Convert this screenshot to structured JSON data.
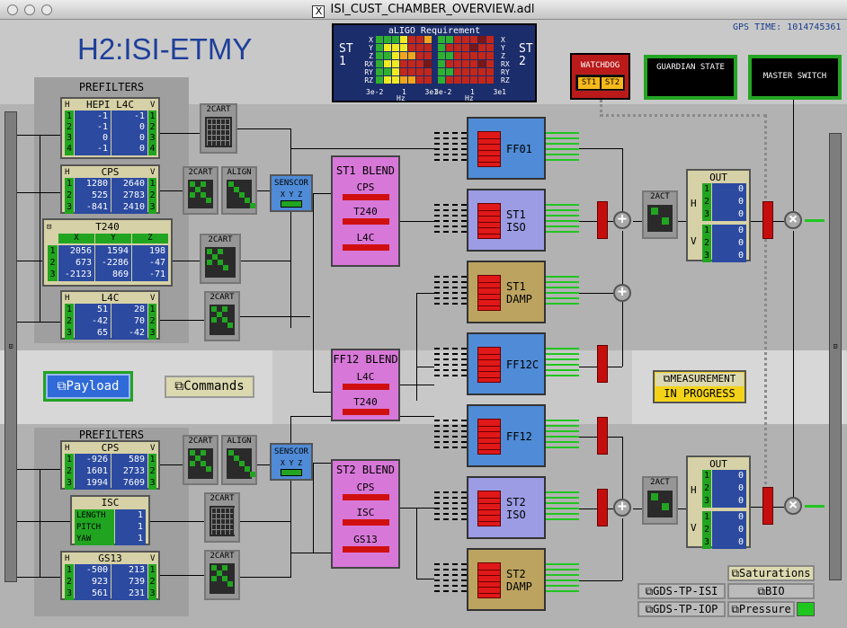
{
  "window": {
    "title": "ISI_CUST_CHAMBER_OVERVIEW.adl"
  },
  "header": {
    "title": "H2:ISI-ETMY",
    "gps": "GPS TIME: 1014745361"
  },
  "requirement": {
    "title": "aLIGO Requirement",
    "st1_label": "ST 1",
    "st2_label": "ST 2",
    "axes": [
      "X",
      "Y",
      "Z",
      "RX",
      "RY",
      "RZ"
    ],
    "ticks": [
      "3e-2",
      "1",
      "3e1"
    ],
    "hz": "Hz"
  },
  "watchdog": {
    "title": "WATCHDOG",
    "st1": "ST1",
    "st2": "ST2"
  },
  "guardian": {
    "title": "GUARDIAN STATE"
  },
  "master": {
    "title": "MASTER SWITCH"
  },
  "prefilters_top": {
    "title": "PREFILTERS",
    "hepi": {
      "title": "HEPI L4C",
      "h": "H",
      "v": "V",
      "rows": [
        {
          "n": "1",
          "h": "-1",
          "v": "-1",
          "vn": "1"
        },
        {
          "n": "2",
          "h": "-1",
          "v": "0",
          "vn": "2"
        },
        {
          "n": "3",
          "h": "0",
          "v": "0",
          "vn": "3"
        },
        {
          "n": "4",
          "h": "-1",
          "v": "0",
          "vn": "4"
        }
      ]
    },
    "cps": {
      "title": "CPS",
      "h": "H",
      "v": "V",
      "rows": [
        {
          "n": "1",
          "h": "1280",
          "v": "2640",
          "vn": "1"
        },
        {
          "n": "2",
          "h": "525",
          "v": "2783",
          "vn": "2"
        },
        {
          "n": "3",
          "h": "-841",
          "v": "2410",
          "vn": "3"
        }
      ]
    },
    "t240": {
      "title": "T240",
      "cols": [
        "X",
        "Y",
        "Z"
      ],
      "rows": [
        {
          "n": "1",
          "x": "2056",
          "y": "1594",
          "z": "198"
        },
        {
          "n": "2",
          "x": "673",
          "y": "-2286",
          "z": "-47"
        },
        {
          "n": "3",
          "x": "-2123",
          "y": "869",
          "z": "-71"
        }
      ]
    },
    "l4c": {
      "title": "L4C",
      "h": "H",
      "v": "V",
      "rows": [
        {
          "n": "1",
          "h": "51",
          "v": "28",
          "vn": "1"
        },
        {
          "n": "2",
          "h": "-42",
          "v": "70",
          "vn": "2"
        },
        {
          "n": "3",
          "h": "65",
          "v": "-42",
          "vn": "3"
        }
      ]
    }
  },
  "prefilters_bot": {
    "title": "PREFILTERS",
    "cps": {
      "title": "CPS",
      "h": "H",
      "v": "V",
      "rows": [
        {
          "n": "1",
          "h": "-926",
          "v": "589",
          "vn": "1"
        },
        {
          "n": "2",
          "h": "1601",
          "v": "2733",
          "vn": "2"
        },
        {
          "n": "3",
          "h": "1994",
          "v": "7609",
          "vn": "3"
        }
      ]
    },
    "isc": {
      "title": "ISC",
      "rows": [
        {
          "label": "LENGTH",
          "v": "1"
        },
        {
          "label": "PITCH",
          "v": "1"
        },
        {
          "label": "YAW",
          "v": "1"
        }
      ]
    },
    "gs13": {
      "title": "GS13",
      "h": "H",
      "v": "V",
      "rows": [
        {
          "n": "1",
          "h": "-500",
          "v": "213",
          "vn": "1"
        },
        {
          "n": "2",
          "h": "923",
          "v": "739",
          "vn": "2"
        },
        {
          "n": "3",
          "h": "561",
          "v": "231",
          "vn": "3"
        }
      ]
    }
  },
  "labels": {
    "cart": "2CART",
    "align": "ALIGN",
    "sensor": "SENSCOR",
    "xyz": "X Y Z",
    "act": "2ACT",
    "out": "OUT",
    "h": "H",
    "v": "V"
  },
  "st1_blend": {
    "title": "ST1 BLEND",
    "items": [
      "CPS",
      "T240",
      "L4C"
    ]
  },
  "ff12_blend": {
    "title": "FF12 BLEND",
    "items": [
      "L4C",
      "T240"
    ]
  },
  "st2_blend": {
    "title": "ST2 BLEND",
    "items": [
      "CPS",
      "ISC",
      "GS13"
    ]
  },
  "filters": {
    "ff01": "FF01",
    "st1iso": "ST1 ISO",
    "st1damp": "ST1 DAMP",
    "ff12c": "FF12C",
    "ff12": "FF12",
    "st2iso": "ST2 ISO",
    "st2damp": "ST2 DAMP"
  },
  "out_top": {
    "rows": [
      "1",
      "2",
      "3",
      "1",
      "2",
      "3"
    ],
    "vals": [
      "0",
      "0",
      "0",
      "0",
      "0",
      "0"
    ]
  },
  "out_bot": {
    "rows": [
      "1",
      "2",
      "3",
      "1",
      "2",
      "3"
    ],
    "vals": [
      "0",
      "0",
      "0",
      "0",
      "0",
      "0"
    ]
  },
  "buttons": {
    "payload": "Payload",
    "commands": "Commands",
    "measurement": "MEASUREMENT",
    "in_progress": "IN PROGRESS",
    "saturations": "Saturations",
    "gds_isi": "GDS-TP-ISI",
    "bio": "BIO",
    "gds_iop": "GDS-TP-IOP",
    "pressure": "Pressure"
  },
  "colors": {
    "title_blue": "#1e3f9a",
    "bluebox": "#4f8bd6",
    "tan": "#bca35f",
    "magenta": "#d778d8",
    "green": "#21a521",
    "red": "#d01010"
  }
}
